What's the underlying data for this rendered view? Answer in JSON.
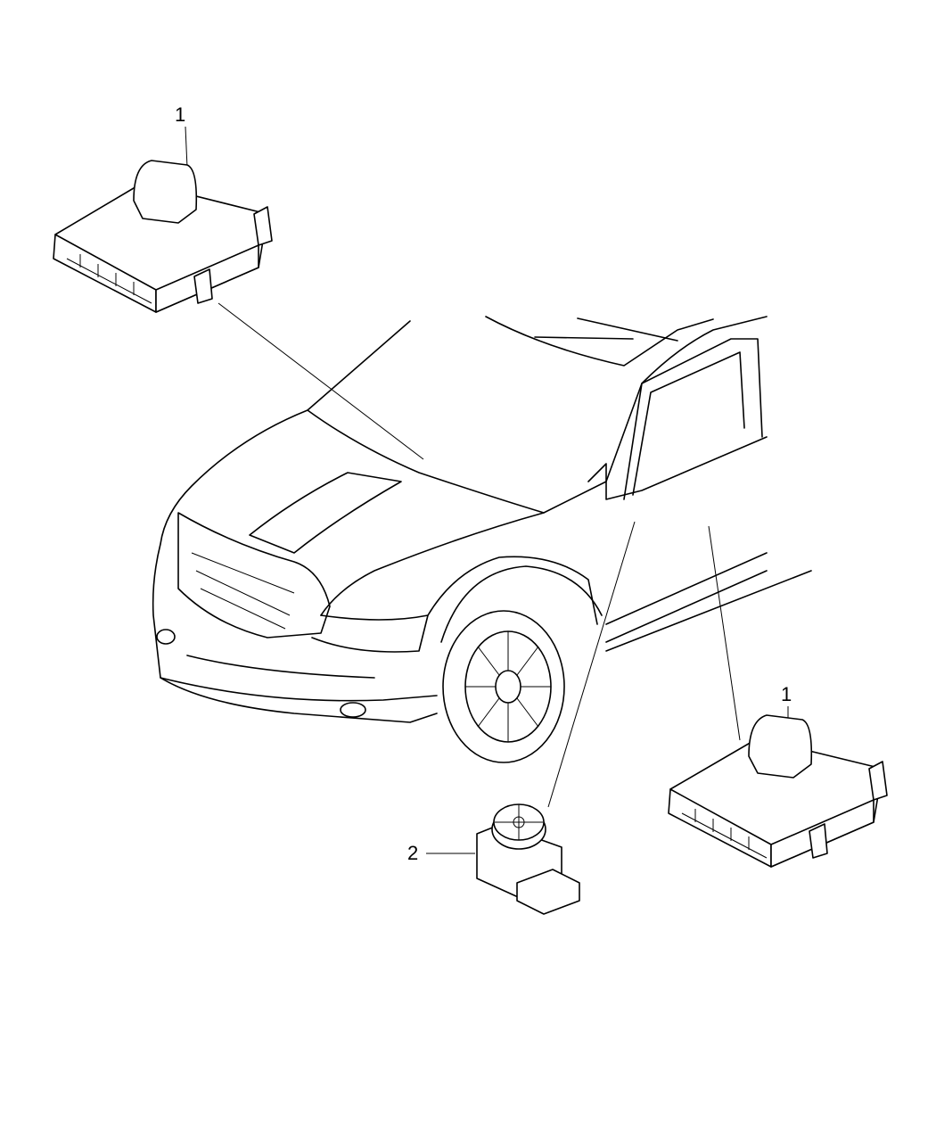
{
  "callouts": [
    {
      "label": "1",
      "part": "module-upper-left"
    },
    {
      "label": "1",
      "part": "module-lower-right"
    },
    {
      "label": "2",
      "part": "sensor"
    }
  ]
}
